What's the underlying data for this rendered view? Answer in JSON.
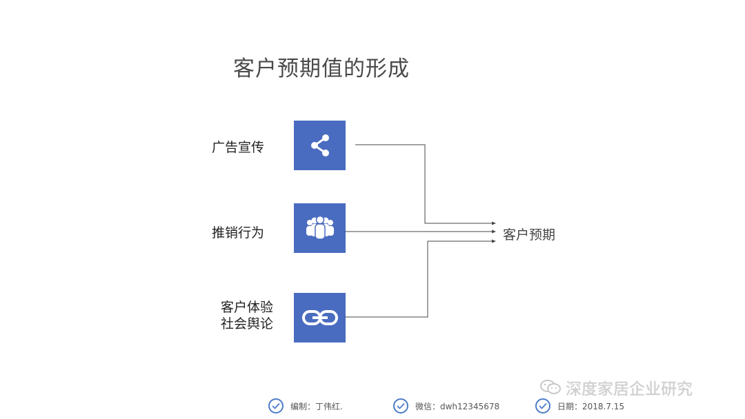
{
  "title": "客户预期值的形成",
  "sources": [
    {
      "label": "广告宣传",
      "icon": "share-icon"
    },
    {
      "label": "推销行为",
      "icon": "people-group-icon"
    },
    {
      "label_lines": [
        "客户体验",
        "社会舆论"
      ],
      "icon": "link-icon"
    }
  ],
  "target": "客户预期",
  "footer": {
    "editor": "编制：丁伟红.",
    "wechat": "微信：dwh12345678",
    "date": "日期：2018.7.15"
  },
  "watermark": "深度家居企业研究",
  "colors": {
    "tile": "#4a6cc0",
    "check": "#4a7bc8"
  }
}
